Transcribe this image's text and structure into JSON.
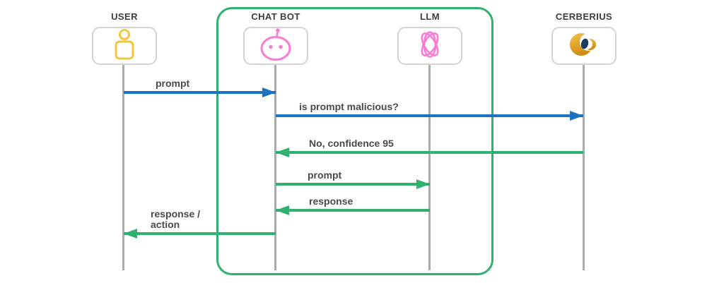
{
  "diagram": {
    "type": "sequence-diagram",
    "colors": {
      "boundary_green": "#2fb170",
      "arrow_blue": "#1e72c2",
      "arrow_green": "#2fb170",
      "user_yellow": "#f2c63d",
      "bot_pink": "#fb7ad4",
      "cerberius_gold": "#e0a526",
      "cerberius_navy": "#1e3a5e",
      "lifeline_gray": "#ababab",
      "text_gray": "#4a4a4a"
    },
    "actors": [
      {
        "id": "user",
        "label": "USER",
        "icon": "person-icon"
      },
      {
        "id": "chatbot",
        "label": "CHAT BOT",
        "icon": "robot-icon"
      },
      {
        "id": "llm",
        "label": "LLM",
        "icon": "atom-icon"
      },
      {
        "id": "cerberius",
        "label": "CERBERIUS",
        "icon": "cerberius-eye-icon"
      }
    ],
    "trust_boundary": {
      "contains": [
        "chatbot",
        "llm"
      ]
    },
    "messages": [
      {
        "from": "user",
        "to": "chatbot",
        "label": "prompt",
        "color": "blue"
      },
      {
        "from": "chatbot",
        "to": "cerberius",
        "label": "is prompt malicious?",
        "color": "blue"
      },
      {
        "from": "cerberius",
        "to": "chatbot",
        "label": "No, confidence 95",
        "color": "green"
      },
      {
        "from": "chatbot",
        "to": "llm",
        "label": "prompt",
        "color": "green"
      },
      {
        "from": "llm",
        "to": "chatbot",
        "label": "response",
        "color": "green"
      },
      {
        "from": "chatbot",
        "to": "user",
        "label": "response /\naction",
        "color": "green"
      }
    ]
  }
}
